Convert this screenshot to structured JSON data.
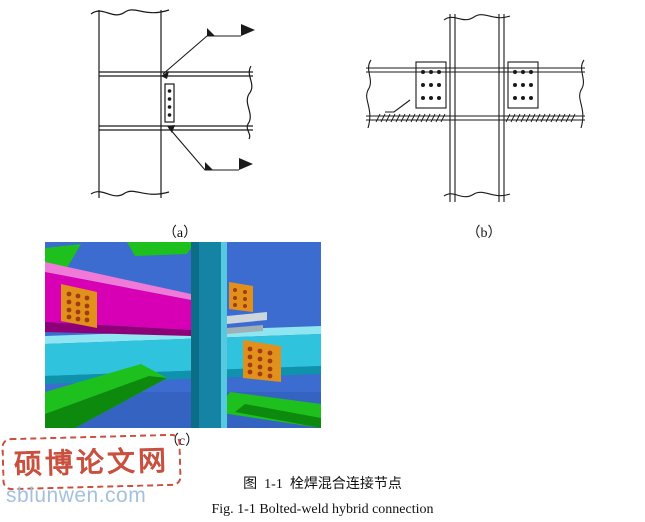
{
  "figure": {
    "label_a": "（a）",
    "label_b": "（b）",
    "label_c": "（c）",
    "caption_zh": "图  1-1  栓焊混合连接节点",
    "caption_en": "Fig. 1-1 Bolted-weld hybrid connection"
  },
  "watermark": {
    "site_name": "硕博论文网",
    "site_url": "sblunwen.com",
    "stamp_color": "#c5412e",
    "url_color": "#a3c1de"
  },
  "colors": {
    "line": "#1a1a1a",
    "render_background": "#3c6cd0",
    "render_background_low": "#3563c2",
    "beam_magenta": "#d800b4",
    "beam_magenta_top": "#f07ad8",
    "beam_magenta_dark": "#8d0078",
    "beam_cyan": "#2fc3dd",
    "beam_cyan_top": "#8fe6f1",
    "beam_cyan_dark": "#0f93ad",
    "beam_green": "#1ec01e",
    "beam_green_dark": "#0d8a0d",
    "column_face": "#1583a3",
    "column_dark": "#0b6d86",
    "column_light": "#56c8df",
    "plate_orange": "#e2901c",
    "bolt_dot": "#a03c10",
    "stiffener_gray": "#cdd6da"
  }
}
